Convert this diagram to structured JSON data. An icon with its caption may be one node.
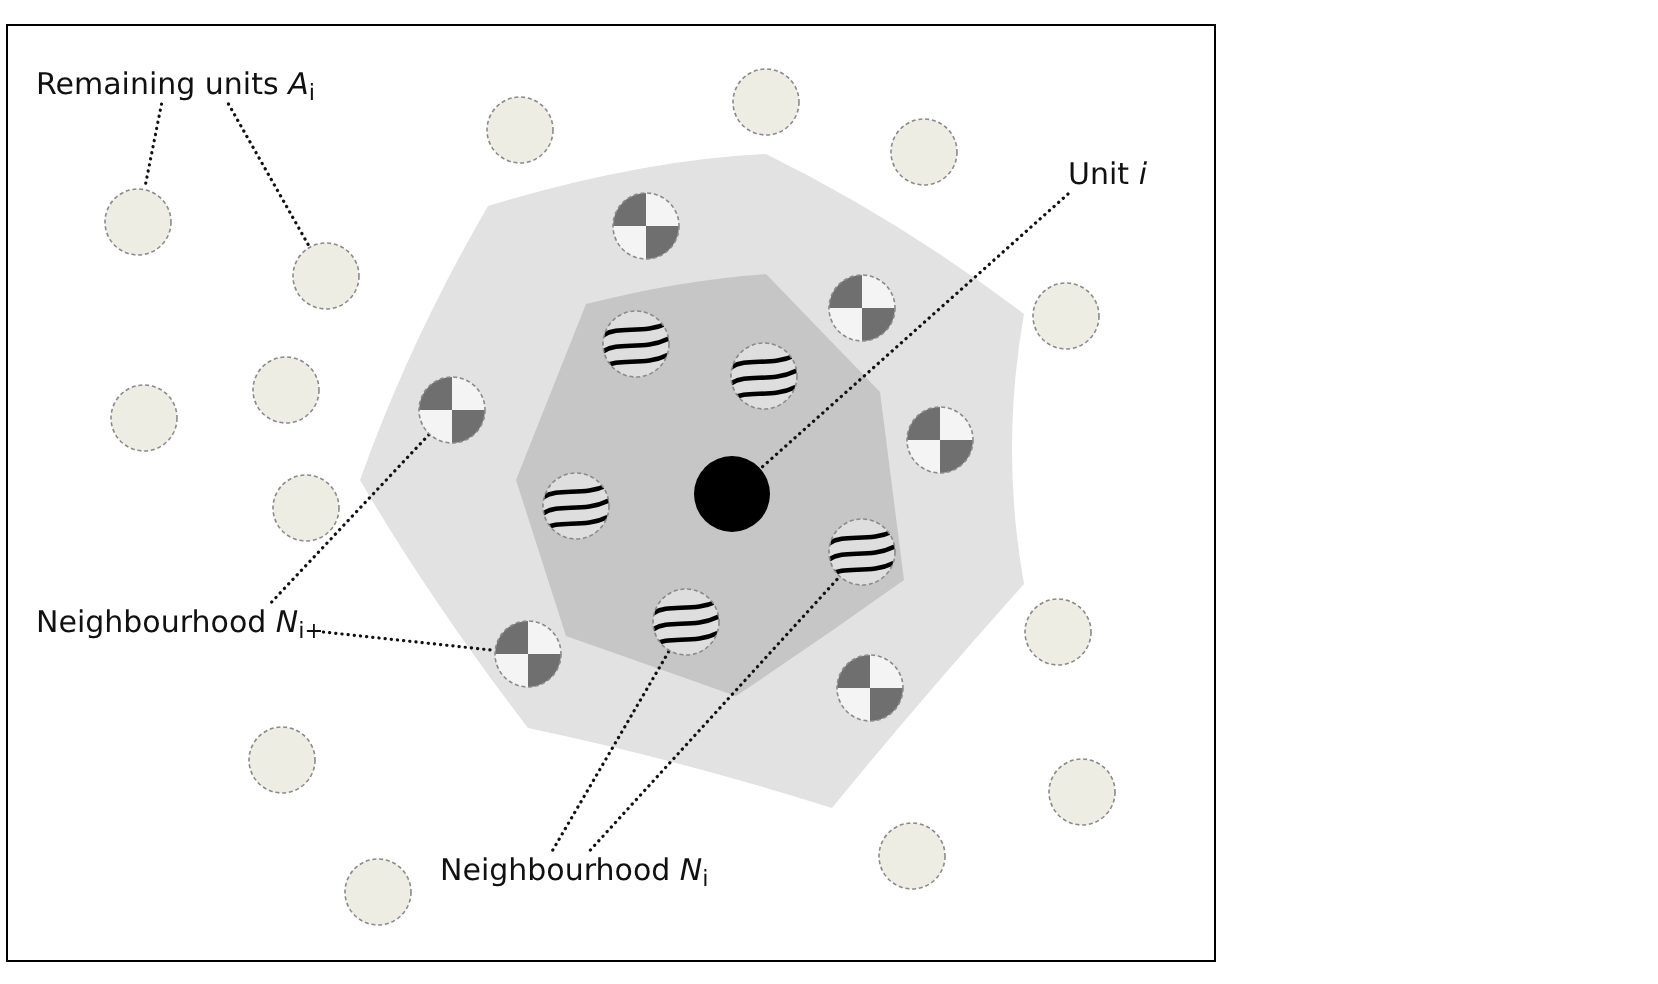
{
  "diagram": {
    "nodes": [
      {
        "text": [
          "Remaining units *A*$_{i}$"
        ]
      },
      {
        "text": [
          "Unit *i*"
        ]
      },
      {
        "text": [
          "Neighbourhood *N*$_{i+}$"
        ]
      },
      {
        "text": [
          "Neighbourhood *N*$_{i}$"
        ]
      },
      {
        "text": [],
        "shape": "circle"
      },
      {
        "text": [],
        "shape": "circle"
      },
      {
        "text": [],
        "shape": "circle"
      },
      {
        "text": [],
        "shape": "circle"
      },
      {
        "text": [],
        "shape": "circle"
      },
      {
        "text": [],
        "shape": "circle"
      },
      {
        "text": [],
        "shape": "circle"
      },
      {
        "text": [],
        "shape": "circle"
      },
      {
        "text": [],
        "shape": "circle"
      },
      {
        "text": [],
        "shape": "circle"
      },
      {
        "text": [],
        "shape": "circle"
      },
      {
        "text": [],
        "shape": "circle"
      },
      {
        "text": [],
        "shape": "circle"
      },
      {
        "text": [],
        "shape": "circle"
      },
      {
        "text": [],
        "shape": "circle"
      },
      {
        "text": [],
        "shape": "circle"
      },
      {
        "text": [],
        "shape": "circle"
      },
      {
        "text": [],
        "shape": "circle"
      },
      {
        "text": [],
        "shape": "circle"
      },
      {
        "text": [],
        "shape": "circle"
      },
      {
        "text": [],
        "shape": "circle"
      },
      {
        "text": [],
        "shape": "circle"
      },
      {
        "text": [],
        "shape": "circle"
      },
      {
        "text": [],
        "shape": "circle"
      },
      {
        "text": [],
        "shape": "circle"
      },
      {
        "text": [],
        "shape": "circle"
      }
    ],
    "edges": [
      {
        "from": 0,
        "to": 7,
        "arrow": "none"
      },
      {
        "from": 0,
        "to": 9,
        "arrow": "none"
      },
      {
        "from": 1,
        "to": 18,
        "arrow": "none"
      },
      {
        "from": 2,
        "to": 15,
        "arrow": "none"
      },
      {
        "from": 2,
        "to": 24,
        "arrow": "none"
      },
      {
        "from": 3,
        "to": 22,
        "arrow": "none"
      },
      {
        "from": 3,
        "to": 21,
        "arrow": "none"
      }
    ]
  }
}
